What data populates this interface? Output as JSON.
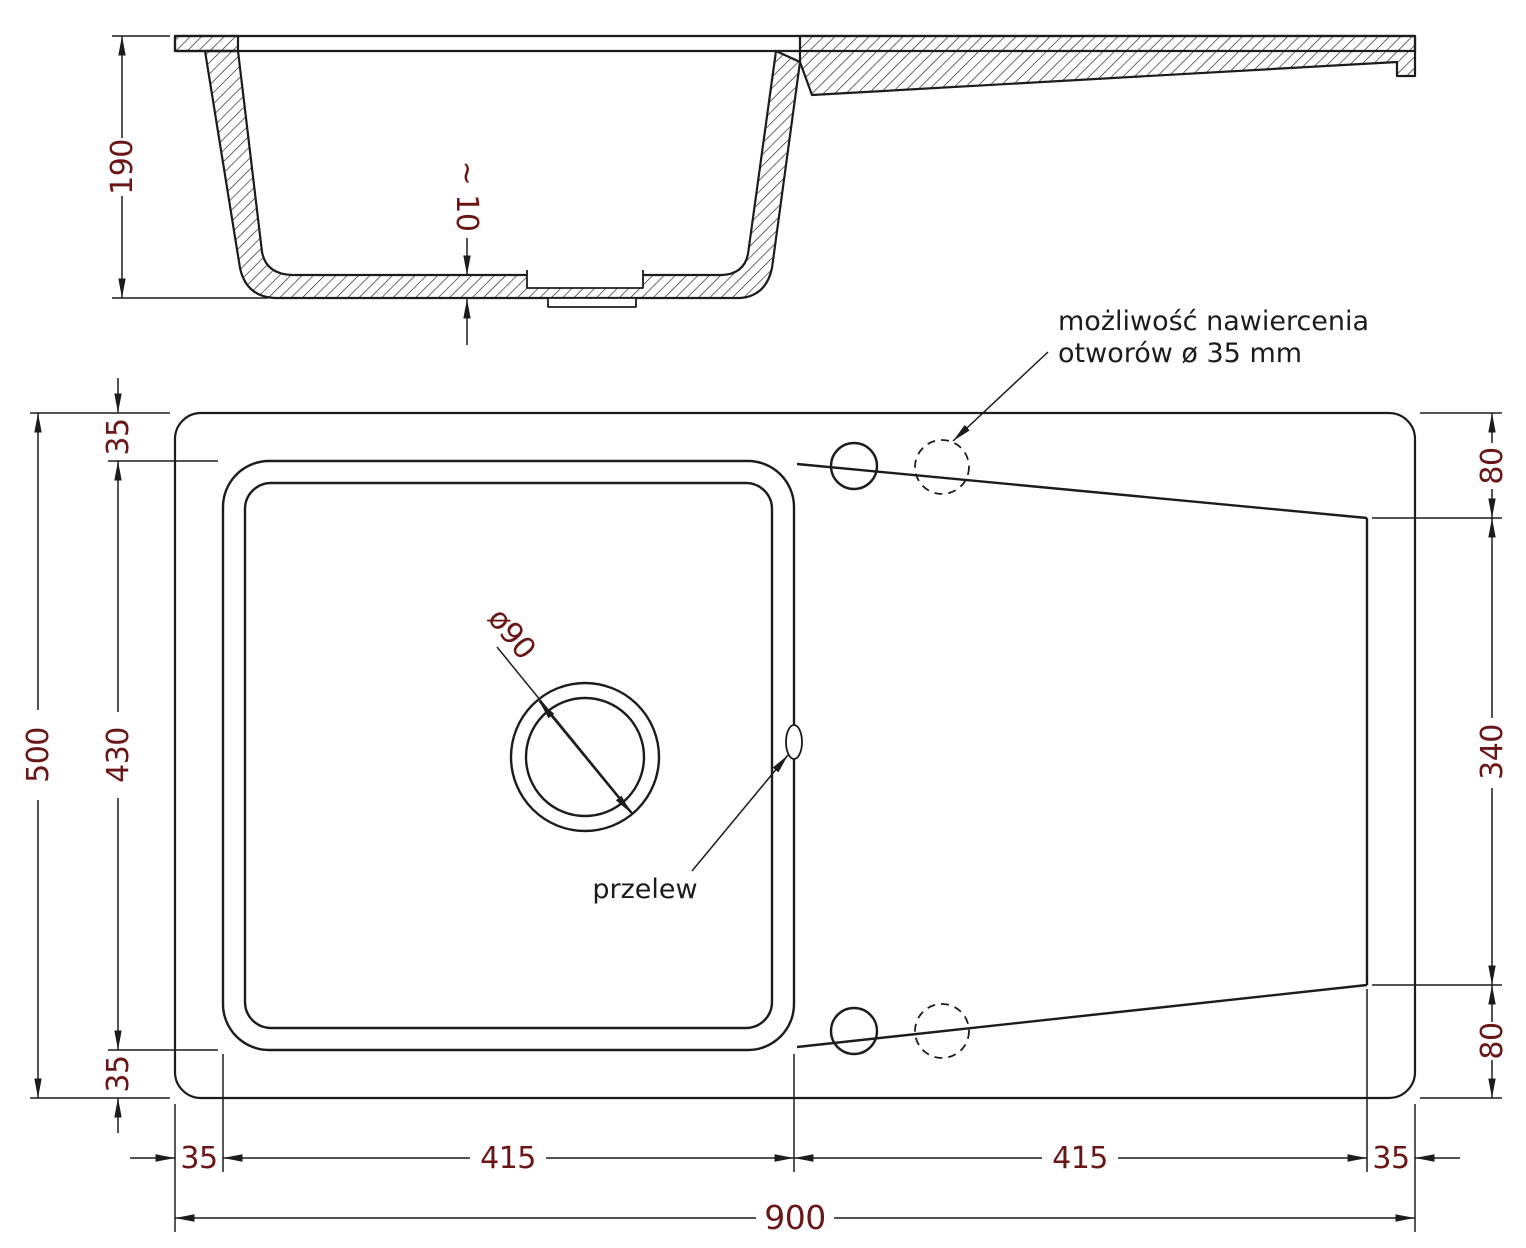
{
  "colors": {
    "line": "#1c1c1c",
    "dimension_text": "#6b1616",
    "background": "#ffffff"
  },
  "section_view": {
    "depth": "190",
    "bottom_thickness": "~ 10"
  },
  "plan_view": {
    "total_width": "900",
    "total_height": "500",
    "left_margin": "35",
    "bowl_width": "415",
    "drainer_width": "415",
    "right_margin": "35",
    "top_margin": "35",
    "bowl_height": "430",
    "bottom_margin": "35",
    "right_top_offset": "80",
    "drainer_height": "340",
    "right_bottom_offset": "80",
    "drain_diameter": "ø90",
    "overflow_label": "przelew",
    "drill_note": {
      "line1": "możliwość nawiercenia",
      "line2": "otworów ø 35 mm"
    }
  }
}
